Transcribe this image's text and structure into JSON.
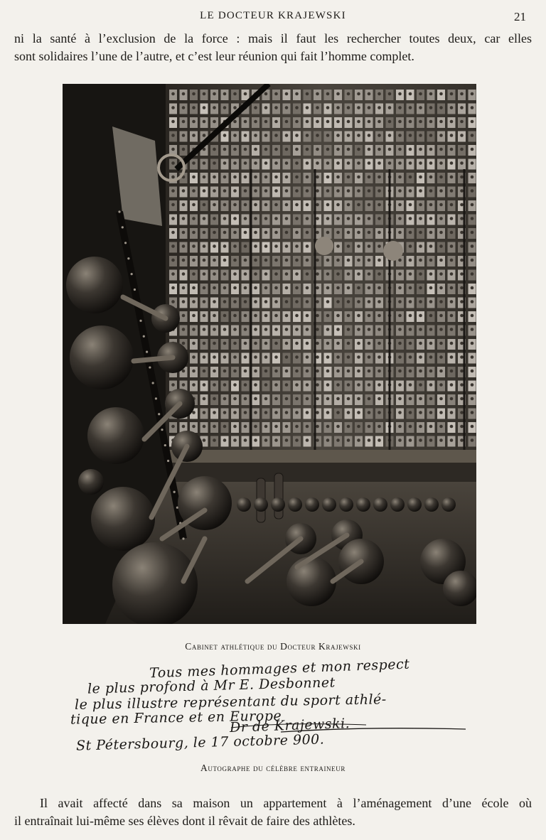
{
  "header": {
    "running_title": "LE DOCTEUR KRAJEWSKI",
    "page_number": "21"
  },
  "paragraph_top": {
    "lines": [
      "ni la santé à l’exclusion de la force : mais il faut les rechercher toutes deux, car elles",
      "sont solidaires l’une de l’autre, et c’est leur réunion qui fait l’homme complet."
    ]
  },
  "figure_1": {
    "caption": "Cabinet athlétique du Docteur Krajewski"
  },
  "autograph": {
    "lines": [
      "Tous mes hommages et mon respect",
      "le plus profond à Mr E. Desbonnet",
      "le plus illustre représentant du sport athlé-",
      "tique en France et en Europe",
      "Dr de Krajewski.",
      "St Pétersbourg, le 17 octobre 900."
    ],
    "caption": "Autographe du célèbre entraineur"
  },
  "paragraph_bottom": {
    "lines": [
      "Il avait affecté dans sa maison un appartement à l’aménagement d’une école où",
      "il entraînait lui-même ses élèves dont il rêvait de faire des athlètes."
    ]
  }
}
